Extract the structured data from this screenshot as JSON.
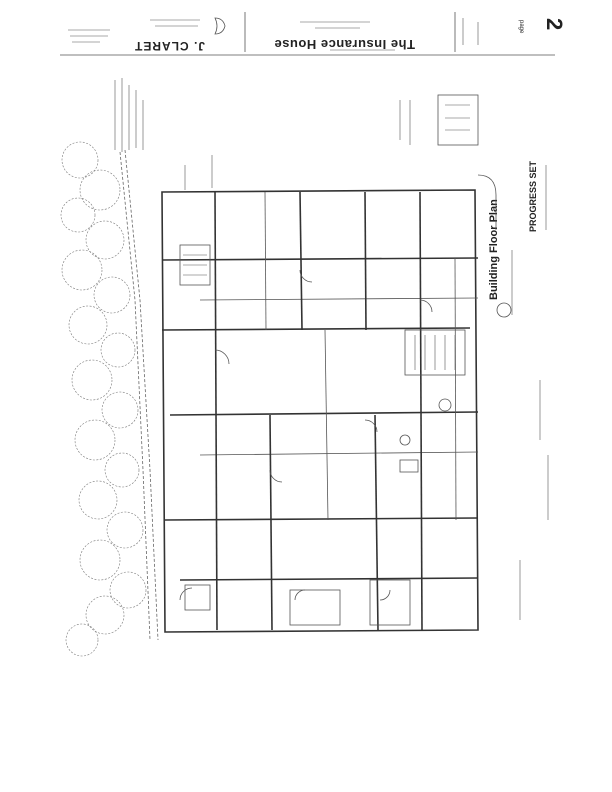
{
  "title_block": {
    "project_name": "The Insurance House",
    "firm": "J. CLARET",
    "sheet_number": "2",
    "sheet_label": "page"
  },
  "drawing": {
    "title": "Building Floor Plan",
    "status": "PROGRESS SET"
  },
  "colors": {
    "ink": "#222222",
    "paper": "#ffffff"
  }
}
